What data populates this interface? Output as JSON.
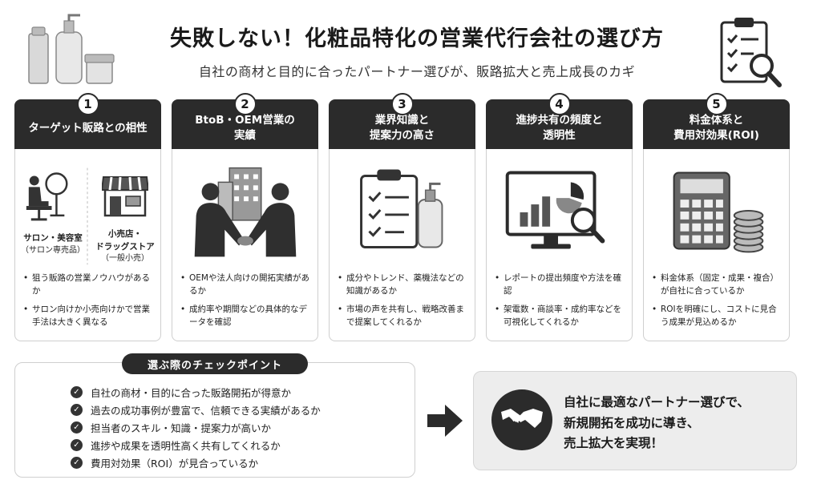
{
  "header": {
    "title": "失敗しない！化粧品特化の営業代行会社の選び方",
    "subtitle": "自社の商材と目的に合ったパートナー選びが、販路拡大と売上成長のカギ"
  },
  "cards": [
    {
      "number": "1",
      "title": "ターゲット販路との相性",
      "segments": [
        {
          "name": "サロン・美容室",
          "note": "（サロン専売品）"
        },
        {
          "name": "小売店・\nドラッグストア",
          "note": "（一般小売）"
        }
      ],
      "bullets": [
        "狙う販路の営業ノウハウがあるか",
        "サロン向けか小売向けかで営業手法は大きく異なる"
      ]
    },
    {
      "number": "2",
      "title": "BtoB・OEM営業の\n実績",
      "bullets": [
        "OEMや法人向けの開拓実績があるか",
        "成約率や期間などの具体的なデータを確認"
      ]
    },
    {
      "number": "3",
      "title": "業界知識と\n提案力の高さ",
      "bullets": [
        "成分やトレンド、薬機法などの知識があるか",
        "市場の声を共有し、戦略改善まで提案してくれるか"
      ]
    },
    {
      "number": "4",
      "title": "進捗共有の頻度と\n透明性",
      "bullets": [
        "レポートの提出頻度や方法を確認",
        "架電数・商談率・成約率などを可視化してくれるか"
      ]
    },
    {
      "number": "5",
      "title": "料金体系と\n費用対効果(ROI)",
      "bullets": [
        "料金体系（固定・成果・複合）が自社に合っているか",
        "ROIを明確にし、コストに見合う成果が見込めるか"
      ]
    }
  ],
  "checkpoints": {
    "title": "選ぶ際のチェックポイント",
    "items": [
      "自社の商材・目的に合った販路開拓が得意か",
      "過去の成功事例が豊富で、信頼できる実績があるか",
      "担当者のスキル・知識・提案力が高いか",
      "進捗や成果を透明性高く共有してくれるか",
      "費用対効果（ROI）が見合っているか"
    ]
  },
  "result": {
    "lines": [
      "自社に最適なパートナー選びで、",
      "新規開拓を成功に導き、",
      "売上拡大を実現！"
    ]
  },
  "icons": {
    "cosmetics": "cosmetics-bottles-icon",
    "checklist": "clipboard-magnifier-icon",
    "salon": "salon-chair-icon",
    "store": "storefront-icon",
    "handshake_building": "business-handshake-icon",
    "clipboard_bottle": "clipboard-bottle-icon",
    "monitor_chart": "monitor-chart-icon",
    "calculator": "calculator-coins-icon",
    "result": "handshake-icon",
    "check": "check-circle-icon",
    "arrow": "right-arrow-icon"
  },
  "colors": {
    "dark": "#2b2b2b",
    "border": "#cfcfcf",
    "panel": "#ededed"
  }
}
